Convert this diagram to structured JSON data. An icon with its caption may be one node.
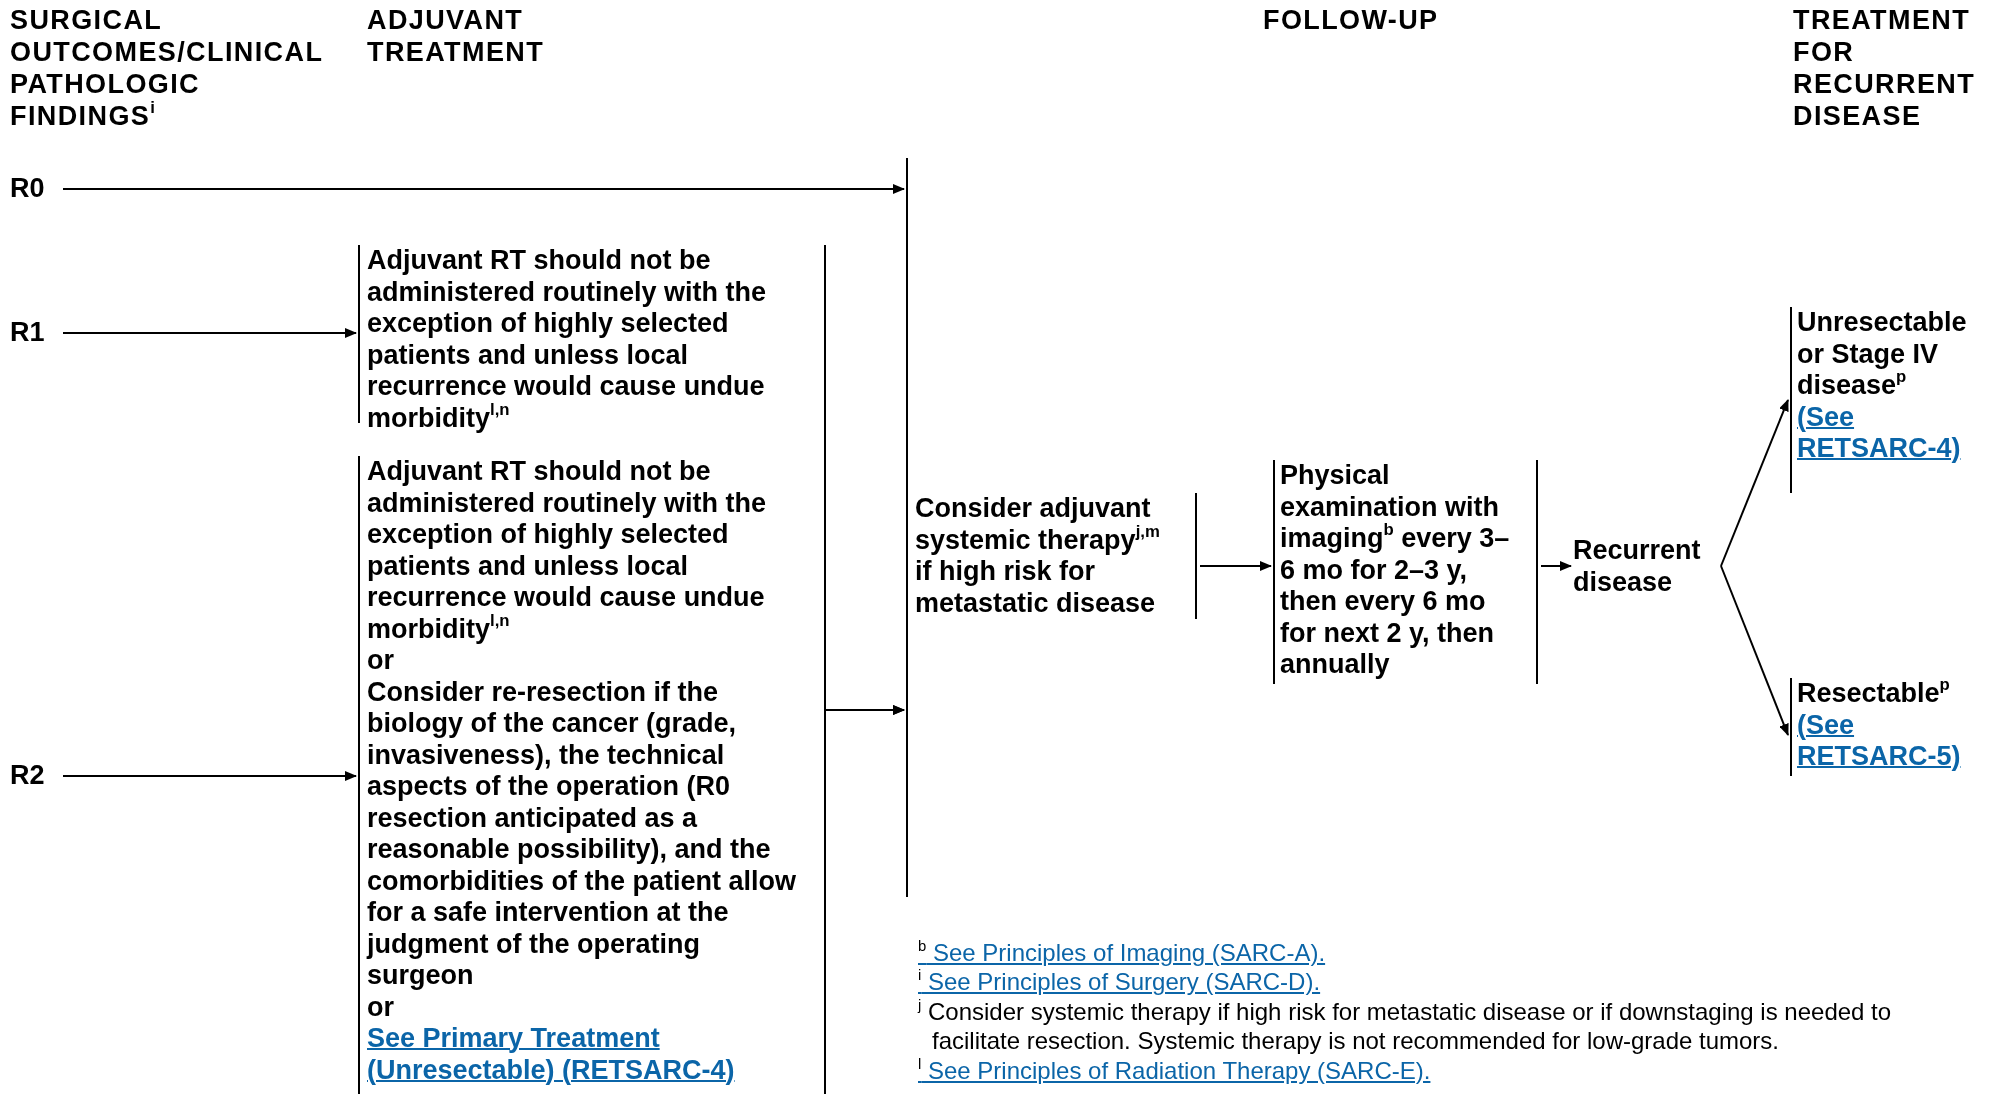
{
  "diagram": {
    "nodes": [
      {
        "text": [
          "R0"
        ]
      },
      {
        "text": [
          "R1"
        ]
      },
      {
        "text": [
          "R2"
        ]
      },
      {
        "text": [
          "Adjuvant RT should not be administered routinely with the exception of highly selected patients and unless local recurrence would cause undue morbidity$^{l,n}$"
        ]
      },
      {
        "text": [
          "Adjuvant RT should not be administered routinely with the exception of highly selected patients and unless local recurrence would cause undue morbidity$^{l,n}$",
          "or",
          "Consider re-resection if the biology of the cancer (grade, invasiveness), the technical aspects of the operation (R0 resection anticipated as a reasonable possibility), and the comorbidities of the patient allow for a safe intervention at the judgment of the operating surgeon",
          "or",
          "See Primary Treatment (Unresectable) (RETSARC-4)"
        ]
      },
      {
        "text": [
          "Consider adjuvant systemic therapy$^{j,m}$ if high risk for metastatic disease"
        ]
      },
      {
        "text": [
          "Physical examination with imaging$^{b}$ every 3–6 mo for 2–3 y, then every 6 mo for next 2 y, then annually"
        ]
      },
      {
        "text": [
          "Recurrent disease"
        ]
      },
      {
        "text": [
          "Unresectable or Stage IV disease$^{p}$",
          "(See RETSARC-4)"
        ]
      },
      {
        "text": [
          "Resectable$^{p}$",
          "(See RETSARC-5)"
        ]
      }
    ],
    "edges": [
      {
        "from": 0,
        "to": 5,
        "arrow": "to"
      },
      {
        "from": 1,
        "to": 3,
        "arrow": "to"
      },
      {
        "from": 2,
        "to": 4,
        "arrow": "to"
      },
      {
        "from": 3,
        "to": 5,
        "arrow": "to"
      },
      {
        "from": 4,
        "to": 5,
        "arrow": "to"
      },
      {
        "from": 5,
        "to": 6,
        "arrow": "to"
      },
      {
        "from": 6,
        "to": 7,
        "arrow": "to"
      },
      {
        "from": 7,
        "to": 8,
        "arrow": "to"
      },
      {
        "from": 7,
        "to": 9,
        "arrow": "to"
      }
    ],
    "labels": [
      "SURGICAL OUTCOMES/CLINICAL PATHOLOGIC FINDINGS$^{i}$",
      "ADJUVANT TREATMENT",
      "FOLLOW-UP",
      "TREATMENT FOR RECURRENT DISEASE",
      "$^{b}$ See Principles of Imaging (SARC-A).",
      "$^{i}$ See Principles of Surgery (SARC-D).",
      "$^{j}$ Consider systemic therapy if high risk for metastatic disease or if downstaging is needed to facilitate resection. Systemic therapy is not recommended for low-grade tumors.",
      "$^{l}$ See Principles of Radiation Therapy (SARC-E)."
    ]
  }
}
